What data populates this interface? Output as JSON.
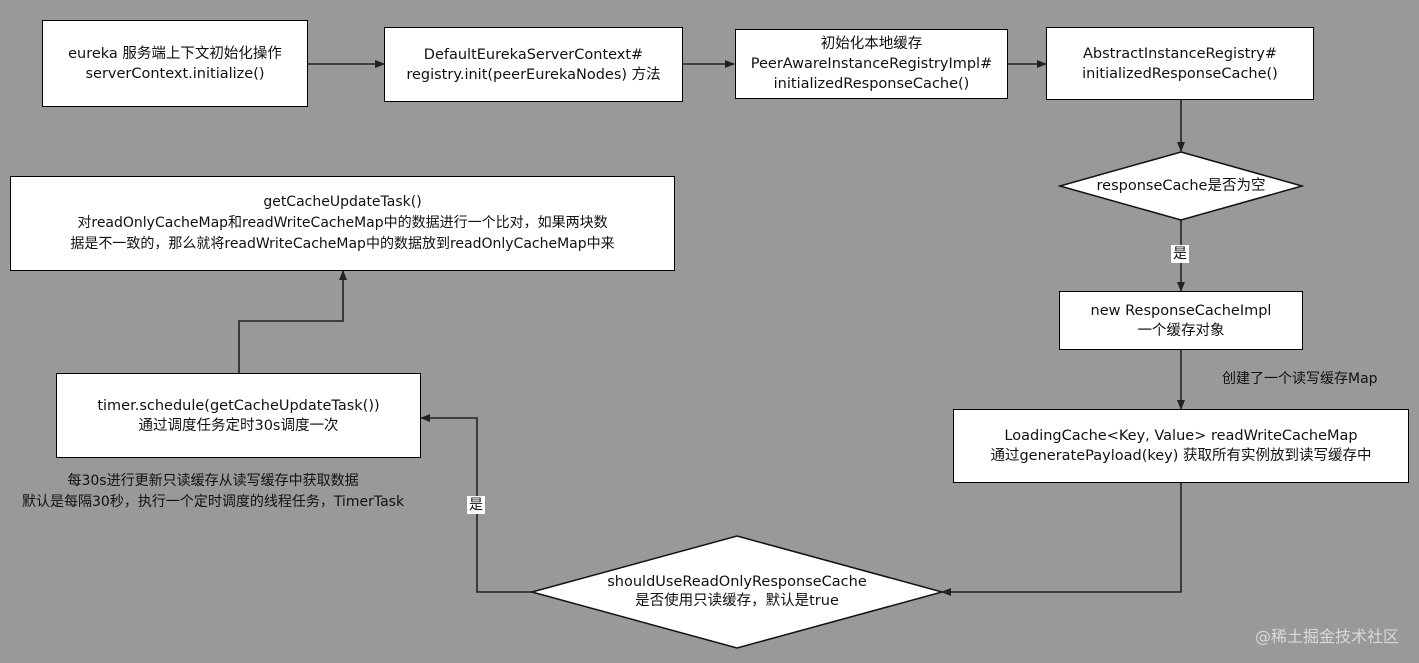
{
  "nodes": {
    "init_context": [
      "eureka 服务端上下文初始化操作",
      "serverContext.initialize()"
    ],
    "registry_init": [
      "DefaultEurekaServerContext#",
      "registry.init(peerEurekaNodes) 方法"
    ],
    "init_local_cache": [
      "初始化本地缓存",
      "PeerAwareInstanceRegistryImpl#",
      "initializedResponseCache()"
    ],
    "abstract_registry": [
      "AbstractInstanceRegistry#",
      "initializedResponseCache()"
    ],
    "response_cache_null": [
      "responseCache是否为空"
    ],
    "new_response_cache": [
      "new ResponseCacheImpl",
      "一个缓存对象"
    ],
    "loading_cache": [
      "LoadingCache<Key, Value> readWriteCacheMap",
      "通过generatePayload(key) 获取所有实例放到读写缓存中"
    ],
    "should_use_readonly": [
      "shouldUseReadOnlyResponseCache",
      "是否使用只读缓存，默认是true"
    ],
    "timer_schedule": [
      "timer.schedule(getCacheUpdateTask())",
      "通过调度任务定时30s调度一次"
    ],
    "cache_update_task": [
      "getCacheUpdateTask()",
      "对readOnlyCacheMap和readWriteCacheMap中的数据进行一个比对，如果两块数",
      "据是不一致的，那么就将readWriteCacheMap中的数据放到readOnlyCacheMap中来"
    ]
  },
  "edge_labels": {
    "yes_1": "是",
    "yes_2": "是",
    "created_rw_map": "创建了一个读写缓存Map"
  },
  "notes": [
    "每30s进行更新只读缓存从读写缓存中获取数据",
    "默认是每隔30秒，执行一个定时调度的线程任务，TimerTask"
  ],
  "watermark": "@稀土掘金技术社区"
}
